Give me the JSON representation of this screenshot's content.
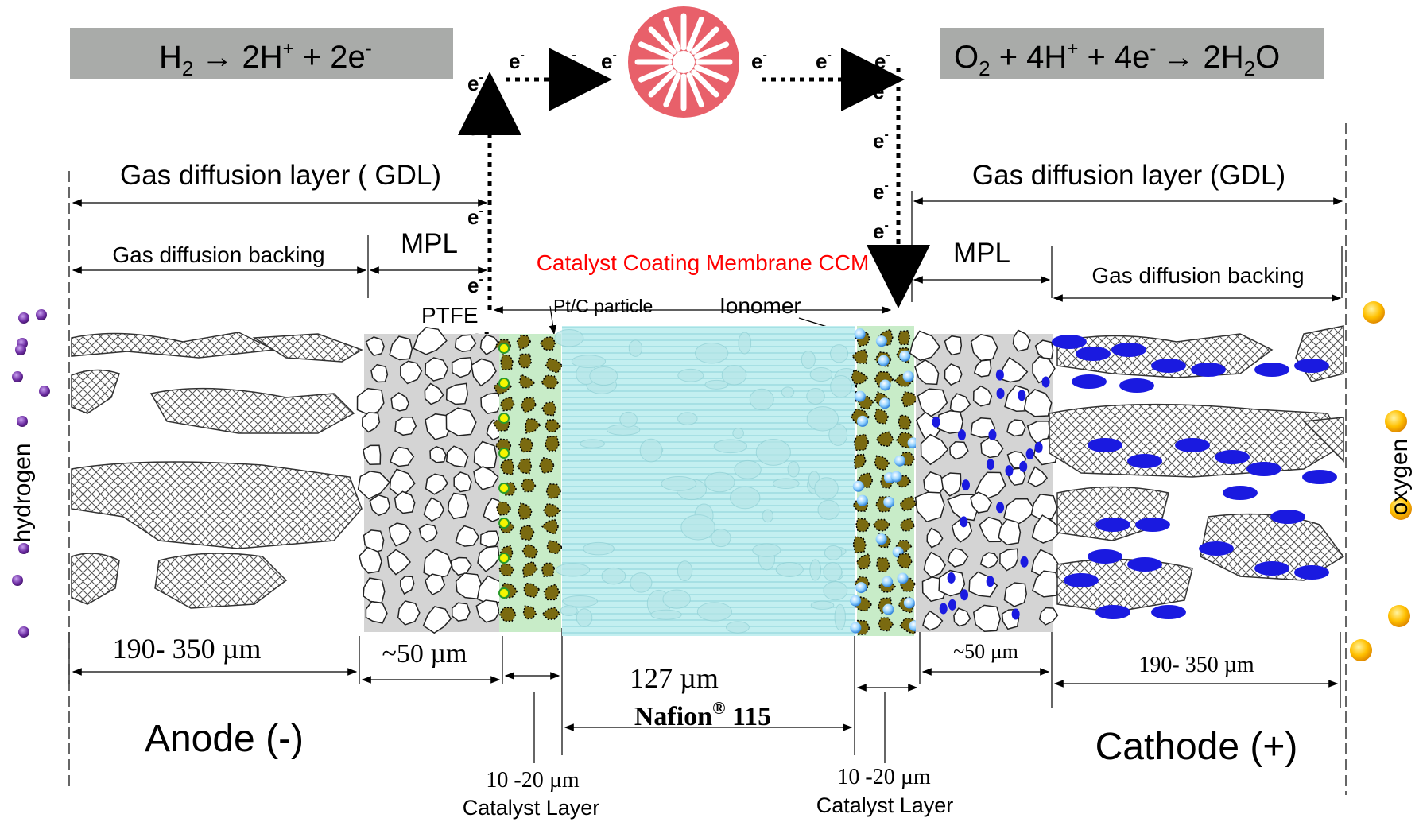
{
  "anode_reaction": {
    "base": "H",
    "sub1": "2",
    "arrow": "→",
    "mid": " 2H",
    "sup1": "+",
    "mid2": " + 2e",
    "sup2": "-"
  },
  "cathode_reaction": {
    "base": "O",
    "sub1": "2",
    "mid1": " + 4H",
    "sup1": "+",
    "mid2": " + 4e",
    "sup2": "-",
    "arrow": "→",
    "mid3": " 2H",
    "sub2": "2",
    "tail": "O"
  },
  "electron": {
    "base": "e",
    "sup": "-"
  },
  "labels": {
    "gdl_left": "Gas diffusion layer ( GDL)",
    "gdl_right": "Gas diffusion layer (GDL)",
    "gdb_left": "Gas diffusion backing",
    "gdb_right": "Gas diffusion backing",
    "mpl_left": "MPL",
    "mpl_right": "MPL",
    "ccm": "Catalyst Coating Membrane CCM",
    "ptfe": "PTFE",
    "ptc": "Pt/C particle",
    "ionomer": "Ionomer",
    "hydrogen": "hydrogen",
    "oxygen": "oxygen",
    "anode": "Anode (-)",
    "cathode": "Cathode (+)",
    "catalyst_layer": "Catalyst Layer",
    "membrane_base": "Nafion",
    "membrane_sup": "®",
    "membrane_num": " 115"
  },
  "dimensions": {
    "gdb_left": "190- 350  µm",
    "mpl_left": "~50 µm",
    "membrane": "127 µm",
    "mpl_right": "~50 µm",
    "gdb_right": "190- 350  µm",
    "catalyst_left": "10 -20 µm",
    "catalyst_right": "10 -20 µm"
  },
  "colors": {
    "reaction_box": "#a9aba9",
    "ccm_text": "#ff0000",
    "load": "#e8606a",
    "membrane": "#bfeeee",
    "catalyst_particle": "#7a6a10",
    "oxygen_drop": "#1a1ae0",
    "hydrogen_dot": "#7a3fa0",
    "oxygen_dot": "#ffb800"
  }
}
